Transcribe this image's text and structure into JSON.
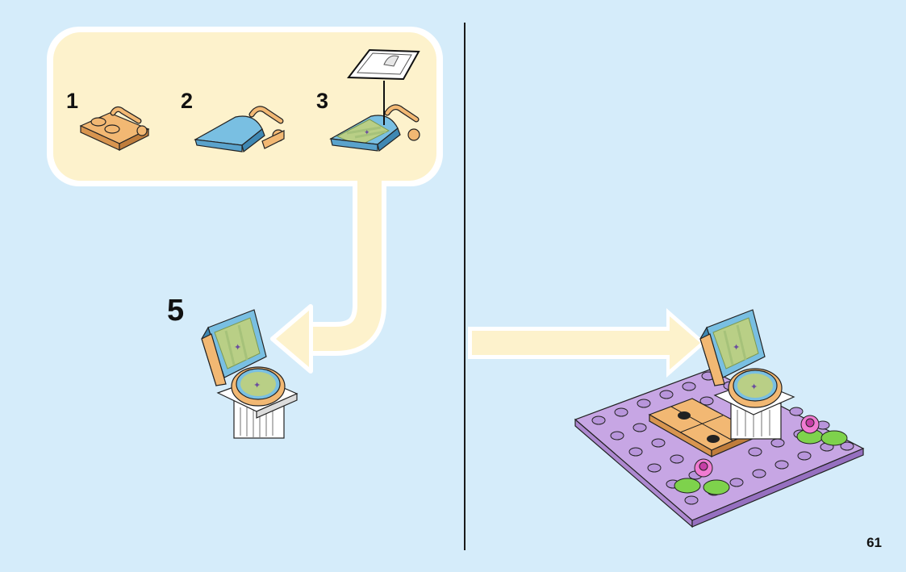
{
  "substeps": [
    {
      "label": "1"
    },
    {
      "label": "2"
    },
    {
      "label": "3"
    }
  ],
  "step": {
    "label": "5"
  },
  "page": {
    "number": "61"
  },
  "colors": {
    "background": "#d5ecfa",
    "callout_fill": "#fdf2cc",
    "arrow": "#fdf2cc",
    "tan": "#f2b873",
    "light_blue": "#79bfe2",
    "lavender": "#c7a6e4",
    "white": "#ffffff"
  }
}
